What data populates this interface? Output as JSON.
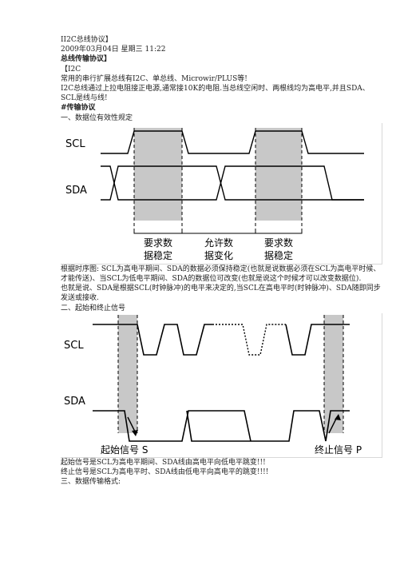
{
  "header": {
    "title": "II2C总线协议】",
    "date": "2009年03月04日 星期三 11:22"
  },
  "sections": {
    "protocol_heading": "总线传输协议】",
    "i2c_bracket": "【I2C",
    "intro1": "常用的串行扩展总线有I2C、单总线、Microwir/PLUS等!",
    "intro2": "I2C总线通过上拉电阻接正电源,通常接10K的电阻.当总线空闲时、两根线均为高电平,并且SDA、SCL是线与线!",
    "transfer_heading": "#传输协议",
    "part1_heading": "一、数据位有效性规定",
    "fig1": {
      "scl": "SCL",
      "sda": "SDA",
      "label1_a": "要求数",
      "label1_b": "据稳定",
      "label2_a": "允许数",
      "label2_b": "据变化",
      "label3_a": "要求数",
      "label3_b": "据稳定"
    },
    "part1_text1": "根据时序图: SCL为高电平期间、SDA的数据必须保持稳定(也就是说数据必须在SCL为高电平时候、才能传送)、当SCL为低电平期间、SDA的数据位可改变(也就是说这个时候才可以改变数据位).",
    "part1_text2": "也就是说、SDA是根据SCL(时钟脉冲)的电平来决定的,当SCL在高电平时(时钟脉冲)、SDA随即同步发送或接收.",
    "part2_heading": "二、起始和终止信号",
    "fig2": {
      "scl": "SCL",
      "sda": "SDA",
      "start": "起始信号 S",
      "stop": "终止信号 P"
    },
    "part2_text1": "起始信号是SCL为高电平期间、SDA线由高电平向低电平跳变!!!",
    "part2_text2": "终止信号是SCL为高电平时、SDA线由低电平向高电平的跳变!!!!",
    "part3_heading": "三、数据传输格式:"
  }
}
